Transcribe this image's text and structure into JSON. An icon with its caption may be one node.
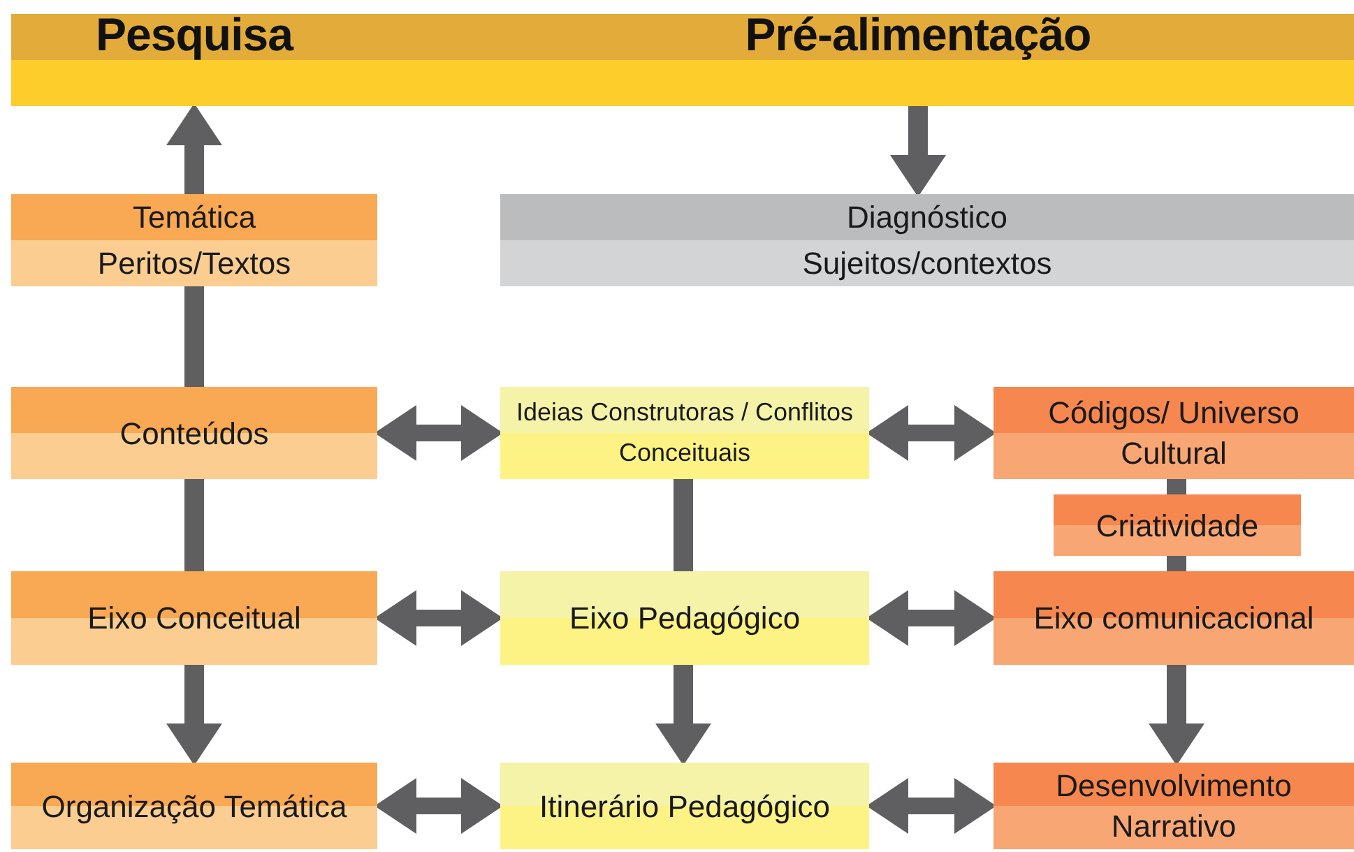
{
  "diagram": {
    "nodes": [
      {
        "text": [
          "Pesquisa",
          "Pré-alimentação"
        ]
      },
      {
        "text": [
          "Temática",
          "Peritos/Textos"
        ]
      },
      {
        "text": [
          "Diagnóstico",
          "Sujeitos/contextos"
        ]
      },
      {
        "text": [
          "Conteúdos"
        ]
      },
      {
        "text": [
          "Ideias Construtoras / Conflitos Conceituais"
        ]
      },
      {
        "text": [
          "Códigos/ Universo Cultural"
        ]
      },
      {
        "text": [
          "Criatividade"
        ]
      },
      {
        "text": [
          "Eixo Conceitual"
        ]
      },
      {
        "text": [
          "Eixo Pedagógico"
        ]
      },
      {
        "text": [
          "Eixo comunicacional"
        ]
      },
      {
        "text": [
          "Organização Temática"
        ]
      },
      {
        "text": [
          "Itinerário Pedagógico"
        ]
      },
      {
        "text": [
          "Desenvolvimento Narrativo"
        ]
      }
    ],
    "edges": [
      {
        "from": 1,
        "to": 0,
        "arrow": "to"
      },
      {
        "from": 0,
        "to": 2,
        "arrow": "to"
      },
      {
        "from": 3,
        "to": 1,
        "arrow": "none"
      },
      {
        "from": 7,
        "to": 3,
        "arrow": "none"
      },
      {
        "from": 7,
        "to": 10,
        "arrow": "to"
      },
      {
        "from": 3,
        "to": 4,
        "arrow": "both"
      },
      {
        "from": 4,
        "to": 5,
        "arrow": "both"
      },
      {
        "from": 7,
        "to": 8,
        "arrow": "both"
      },
      {
        "from": 8,
        "to": 9,
        "arrow": "both"
      },
      {
        "from": 10,
        "to": 11,
        "arrow": "both"
      },
      {
        "from": 11,
        "to": 12,
        "arrow": "both"
      },
      {
        "from": 4,
        "to": 8,
        "arrow": "none"
      },
      {
        "from": 8,
        "to": 11,
        "arrow": "to"
      },
      {
        "from": 5,
        "to": 6,
        "arrow": "none"
      },
      {
        "from": 6,
        "to": 9,
        "arrow": "none"
      },
      {
        "from": 9,
        "to": 12,
        "arrow": "to"
      }
    ]
  }
}
